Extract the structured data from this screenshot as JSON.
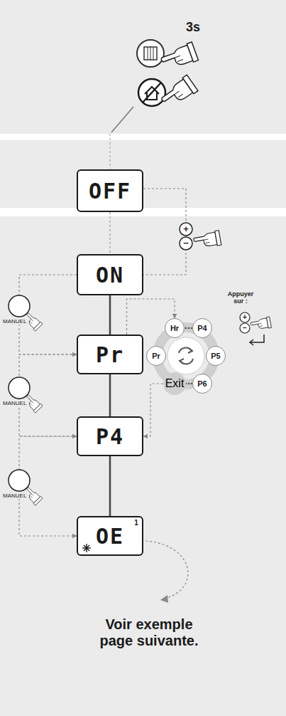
{
  "diagram": {
    "nodes": [
      {
        "text": [
          "OFF"
        ]
      },
      {
        "text": [
          "ON"
        ]
      },
      {
        "text": [
          "Pr"
        ]
      },
      {
        "text": [
          "P4"
        ]
      },
      {
        "text": [
          "OE",
          "1"
        ]
      },
      {
        "text": [
          "Hr"
        ]
      },
      {
        "text": [
          "P4"
        ]
      },
      {
        "text": [
          "Pr"
        ]
      },
      {
        "text": [
          "P5"
        ]
      },
      {
        "text": [
          "Exit"
        ]
      },
      {
        "text": [
          "P6"
        ]
      }
    ],
    "edges": [
      {
        "from": 0,
        "to": 1,
        "arrow": "none"
      },
      {
        "from": 0,
        "to": 1,
        "arrow": "none"
      },
      {
        "from": 1,
        "to": 2,
        "arrow": "to"
      },
      {
        "from": 2,
        "to": 3,
        "arrow": "to"
      },
      {
        "from": 3,
        "to": 4,
        "arrow": "to"
      },
      {
        "from": 2,
        "to": 5,
        "arrow": "to"
      },
      {
        "from": 9,
        "to": 3,
        "arrow": "to"
      }
    ],
    "labels": [
      "3s",
      "+",
      "−",
      "MANUEL",
      "MANUEL",
      "MANUEL",
      "Appuyer sur :",
      "+",
      "−",
      "Voir exemple page suivante."
    ]
  }
}
